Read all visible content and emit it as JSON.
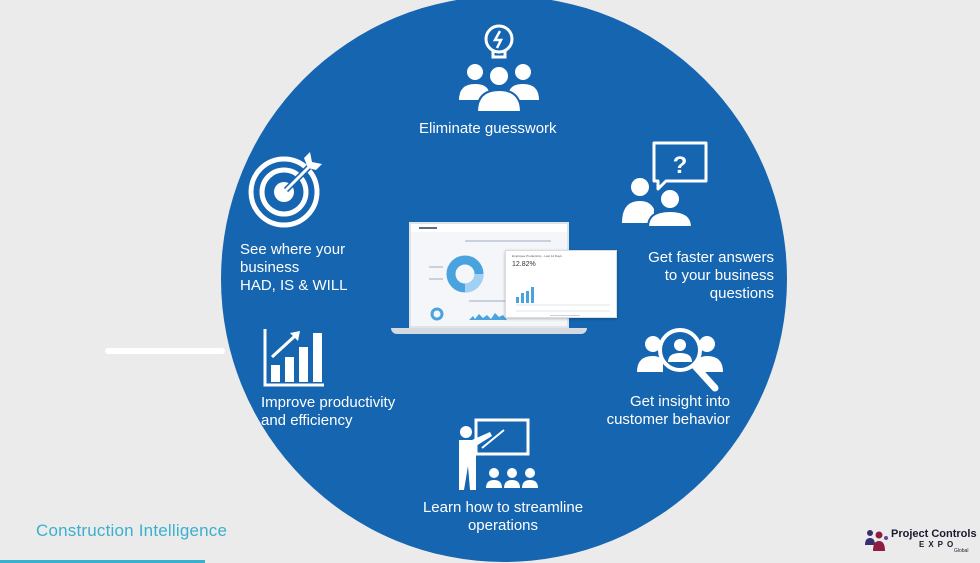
{
  "features": [
    {
      "id": "guesswork",
      "icon": "lightbulb-team-icon",
      "label": "Eliminate guesswork"
    },
    {
      "id": "see",
      "icon": "target-icon",
      "lines": [
        "See where your",
        "business",
        "HAD, IS & WILL"
      ]
    },
    {
      "id": "answers",
      "icon": "question-chat-icon",
      "lines": [
        "Get faster answers",
        "to your business",
        "questions"
      ]
    },
    {
      "id": "productivity",
      "icon": "growth-chart-icon",
      "lines": [
        "Improve productivity",
        "and efficiency"
      ]
    },
    {
      "id": "insight",
      "icon": "magnifier-team-icon",
      "lines": [
        "Get insight into",
        "customer behavior"
      ]
    },
    {
      "id": "learn",
      "icon": "presentation-icon",
      "lines": [
        "Learn how to streamline",
        "operations"
      ]
    }
  ],
  "dashboard": {
    "panel_value": "12.82%",
    "panel_title": "Employee Productivity - Last 12 Days"
  },
  "footer": {
    "title": "Construction Intelligence"
  },
  "logo": {
    "name": "Project Controls",
    "expo": "EXPO",
    "sub": "Global"
  },
  "colors": {
    "circle": "#1565b0",
    "accent": "#3ab0cf",
    "background": "#ebebeb"
  }
}
